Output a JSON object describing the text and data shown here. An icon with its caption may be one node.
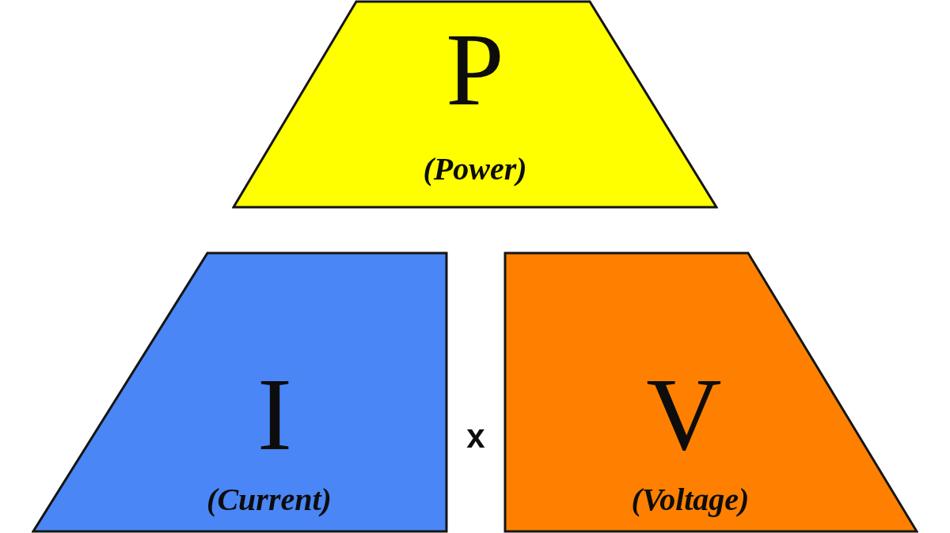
{
  "diagram": {
    "nodes": [
      {
        "text": [
          "P",
          "(Power)"
        ]
      },
      {
        "text": [
          "I",
          "(Current)"
        ]
      },
      {
        "text": [
          "V",
          "(Voltage)"
        ]
      }
    ],
    "labels": [
      "x"
    ]
  }
}
